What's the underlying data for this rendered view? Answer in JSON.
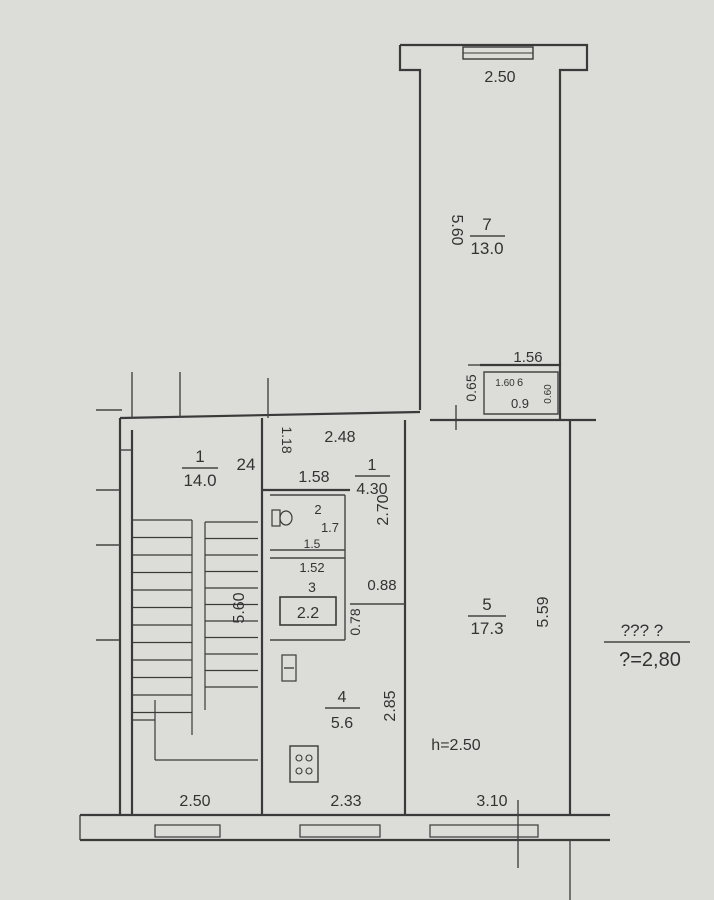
{
  "plan": {
    "note_top": "??? ?",
    "note_bottom": "?=2,80",
    "height_note": "h=2.50"
  },
  "rooms": [
    {
      "number": "1",
      "area": "14.0"
    },
    {
      "number": "1",
      "area": "4.30"
    },
    {
      "number": "2",
      "area": "1.7"
    },
    {
      "number": "3",
      "area": "2.2"
    },
    {
      "number": "4",
      "area": "5.6"
    },
    {
      "number": "5",
      "area": "17.3"
    },
    {
      "number": "6",
      "area": "0.9"
    },
    {
      "number": "7",
      "area": "13.0"
    }
  ],
  "dimensions": {
    "d_7_width": "2.50",
    "d_7_length": "5.60",
    "d_6_width": "1.56",
    "d_6_depth": "0.65",
    "d_6_inner": "1.60",
    "d_6_side": "0.60",
    "d_hall_width": "2.48",
    "d_hall_left": "1.58",
    "d_hall_len": "2.70",
    "d_hall_corner": "1.18",
    "d_stair_24": "24",
    "d_stair_len": "5.60",
    "d_wc_len": "1.5",
    "d_bath_w": "1.52",
    "d_088": "0.88",
    "d_078": "0.78",
    "d_kitchen_len": "2.85",
    "d_room5_len": "5.59",
    "d_bottom_1": "2.50",
    "d_bottom_2": "2.33",
    "d_bottom_3": "3.10"
  }
}
